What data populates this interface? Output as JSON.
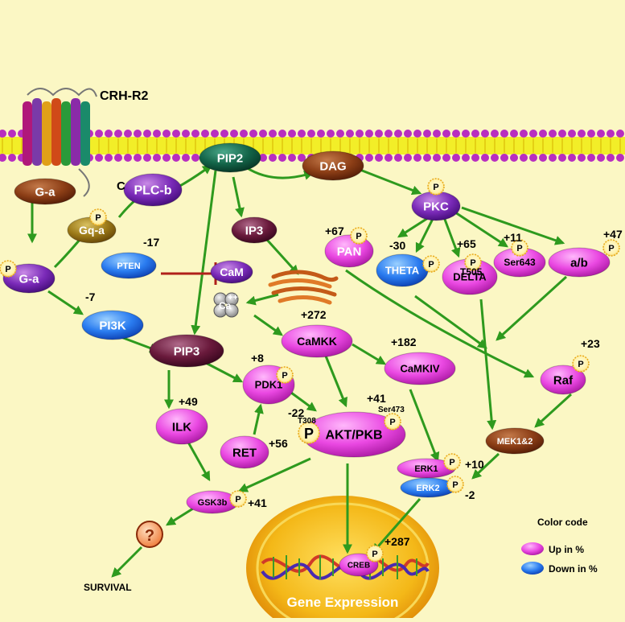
{
  "receptor": "CRH-R2",
  "nodes": {
    "g_a_top": "G-a",
    "c_label": "C",
    "plc_b": "PLC-b",
    "pip2": "PIP2",
    "dag": "DAG",
    "pkc": "PKC",
    "gq_a": "Gq-a",
    "g_a": "G-a",
    "pten": "PTEN",
    "ip3": "IP3",
    "cam": "CaM",
    "ca": "Ca",
    "ca_charge": "++",
    "pan": "PAN",
    "theta": "THETA",
    "delta_site": "T505",
    "delta": "DELTA",
    "ser643": "Ser643",
    "ab": "a/b",
    "pi3k": "PI3K",
    "pip3": "PIP3",
    "camkk": "CaMKK",
    "camkiv": "CaMKIV",
    "pdk1": "PDK1",
    "raf": "Raf",
    "ilk": "ILK",
    "akt": "AKT/PKB",
    "t308": "T308",
    "ser473": "Ser473",
    "ret": "RET",
    "mek": "MEK1&2",
    "erk1": "ERK1",
    "erk2": "ERK2",
    "gsk3b": "GSK3b",
    "question": "?",
    "creb": "CREB",
    "survival": "SURVIVAL",
    "gene_expression": "Gene Expression",
    "phospho": "P"
  },
  "values": {
    "pten": "-17",
    "pan": "+67",
    "theta": "-30",
    "delta": "+65",
    "ser643": "+11",
    "ab": "+47",
    "pi3k": "-7",
    "camkk": "+272",
    "camkiv": "+182",
    "pdk1": "+8",
    "raf": "+23",
    "ilk": "+49",
    "akt": "+41",
    "akt_t308": "-22",
    "ret": "+56",
    "erk1": "+10",
    "erk2": "-2",
    "gsk3b": "+41",
    "creb": "+287"
  },
  "legend": {
    "title": "Color code",
    "up": "Up in %",
    "down": "Down in %"
  },
  "colors": {
    "background": "#fbf7c4",
    "up": "#e040d8",
    "down": "#1a6ef0",
    "arrow": "#2e9a1e",
    "inhibit": "#b0201a",
    "membrane_head": "#b82ec0",
    "membrane_tail": "#f2ee28"
  }
}
